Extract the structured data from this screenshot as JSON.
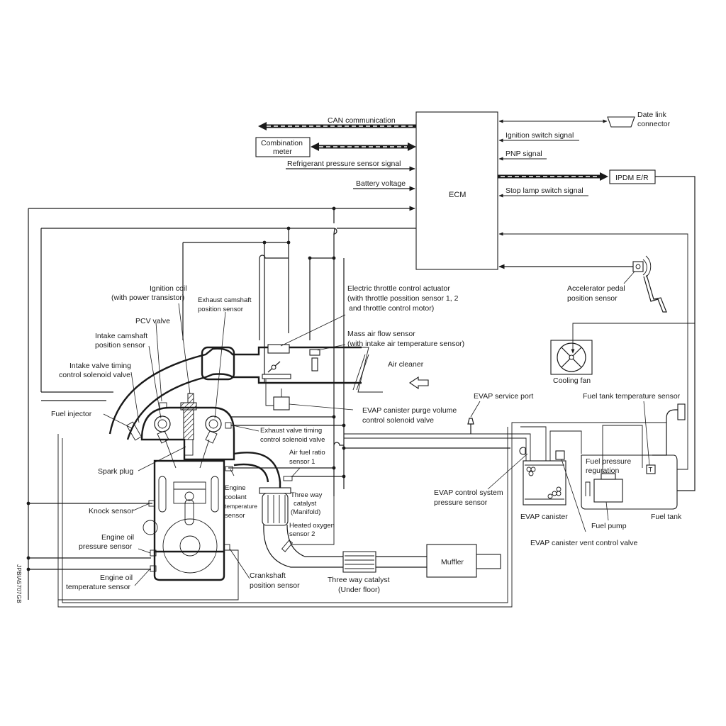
{
  "diagram": {
    "ecm_label": "ECM",
    "reference_code": "JPBIA5707GB",
    "ecm_left_signals": {
      "can_communication": "CAN communication",
      "combination_meter": "Combination meter",
      "combination_meter_line1": "Combination",
      "combination_meter_line2": "meter",
      "refrigerant_pressure": "Refrigerant pressure sensor signal",
      "battery_voltage": "Battery voltage"
    },
    "ecm_right_signals": {
      "data_link_line1": "Date link",
      "data_link_line2": "connector",
      "ignition_switch": "Ignition switch signal",
      "pnp": "PNP signal",
      "ipdm": "IPDM E/R",
      "stop_lamp": "Stop lamp switch signal"
    },
    "components": {
      "ignition_coil_line1": "Ignition coil",
      "ignition_coil_line2": "(with power transistor)",
      "exhaust_cam_line1": "Exhaust camshaft",
      "exhaust_cam_line2": "position sensor",
      "pcv_valve": "PCV valve",
      "intake_cam_line1": "Intake camshaft",
      "intake_cam_line2": "position sensor",
      "intake_vt_line1": "Intake valve timing",
      "intake_vt_line2": "control solenoid valve",
      "fuel_injector": "Fuel injector",
      "spark_plug": "Spark plug",
      "knock_sensor": "Knock sensor",
      "oil_pressure_line1": "Engine oil",
      "oil_pressure_line2": "pressure sensor",
      "oil_temp_line1": "Engine oil",
      "oil_temp_line2": "temperature sensor",
      "etc_line1": "Electric throttle control actuator",
      "etc_line2": "(with throttle possition sensor 1, 2",
      "etc_line3": "and throttle control motor)",
      "maf_line1": "Mass air flow sensor",
      "maf_line2": "(with intake air temperature sensor)",
      "air_cleaner": "Air cleaner",
      "evap_purge_line1": "EVAP canister purge volume",
      "evap_purge_line2": "control solenoid valve",
      "exhaust_vt_line1": "Exhaust valve timing",
      "exhaust_vt_line2": "control solenoid valve",
      "af_sensor_line1": "Air fuel ratio",
      "af_sensor_line2": "sensor 1",
      "coolant_line1": "Engine",
      "coolant_line2": "coolant",
      "coolant_line3": "temperature",
      "coolant_line4": "sensor",
      "twc_manifold_line1": "Three way",
      "twc_manifold_line2": "catalyst",
      "twc_manifold_line3": "(Manifold)",
      "ho2s2_line1": "Heated oxygen",
      "ho2s2_line2": "sensor 2",
      "crankshaft_line1": "Crankshaft",
      "crankshaft_line2": "position sensor",
      "twc_underfloor_line1": "Three way catalyst",
      "twc_underfloor_line2": "(Under floor)",
      "muffler": "Muffler",
      "accelerator_line1": "Accelerator pedal",
      "accelerator_line2": "position sensor",
      "cooling_fan": "Cooling fan",
      "evap_service_port": "EVAP service port",
      "fuel_tank_temp": "Fuel tank temperature sensor",
      "fuel_tank_temp_symbol": "T",
      "evap_pressure_line1": "EVAP control system",
      "evap_pressure_line2": "pressure sensor",
      "evap_canister": "EVAP canister",
      "fuel_pressure_line1": "Fuel pressure",
      "fuel_pressure_line2": "reguration",
      "fuel_pump": "Fuel pump",
      "fuel_tank": "Fuel tank",
      "evap_vent": "EVAP canister vent control valve"
    }
  }
}
